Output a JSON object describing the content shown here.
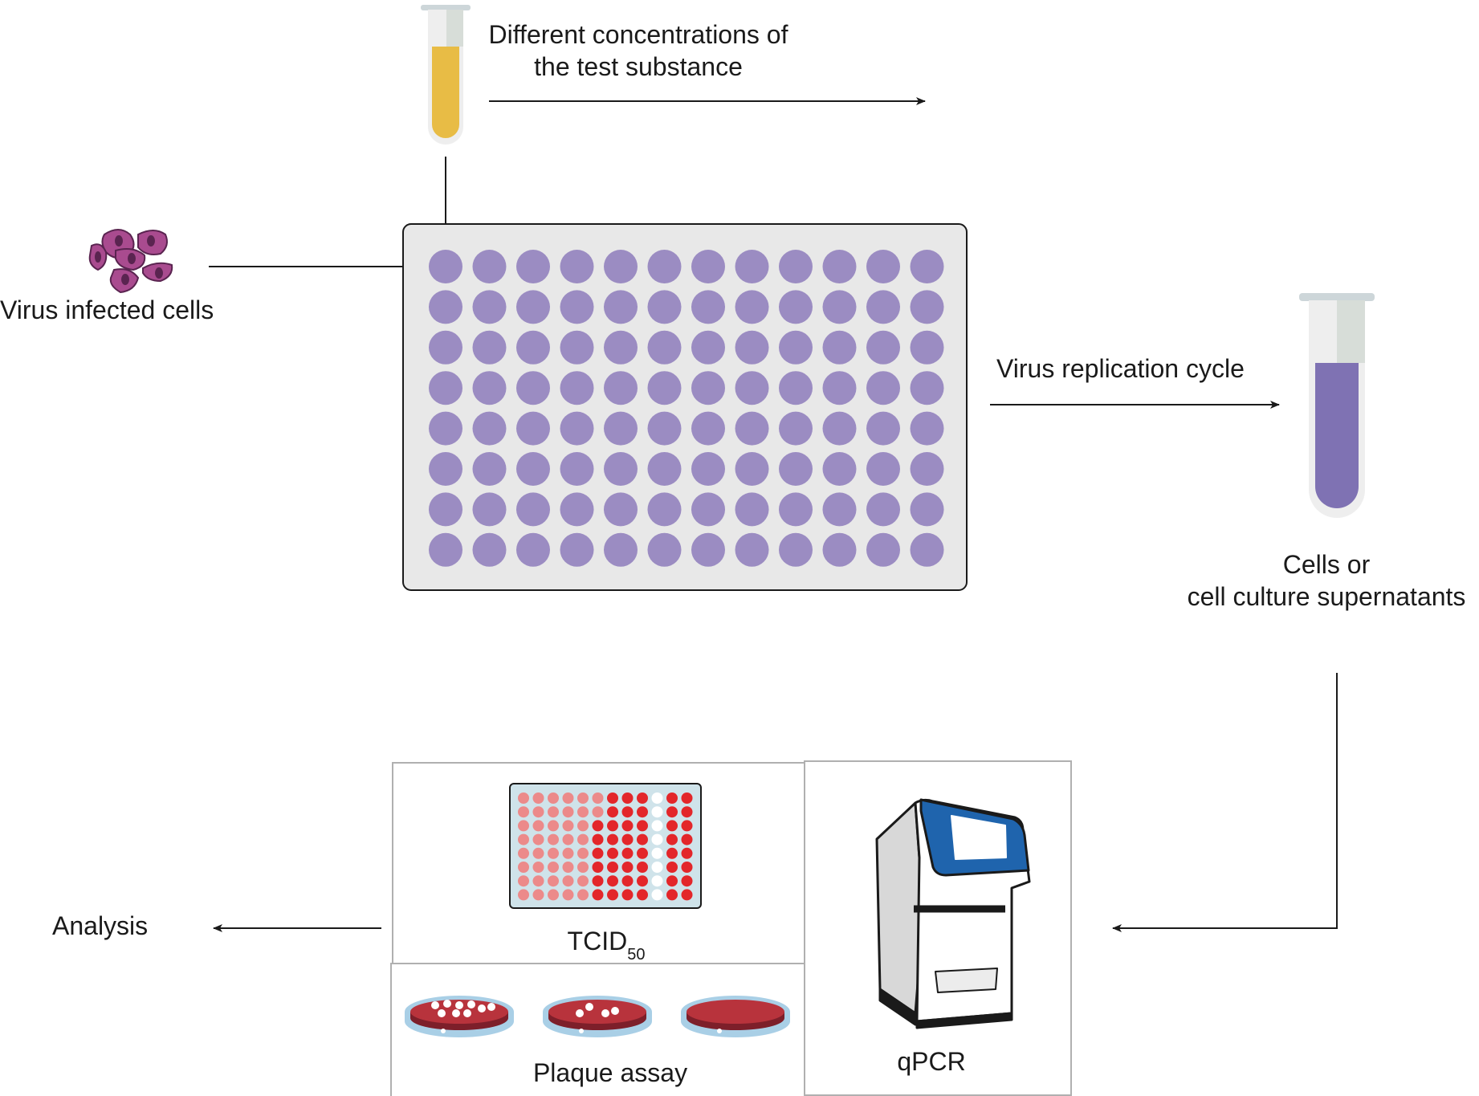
{
  "labels": {
    "test_substance_line1": "Different concentrations of",
    "test_substance_line2": "the test substance",
    "virus_infected_cells": "Virus infected cells",
    "virus_replication_cycle": "Virus replication cycle",
    "cells_or_line1": "Cells or",
    "cells_or_line2": "cell culture supernatants",
    "analysis": "Analysis",
    "tcid_main": "TCID",
    "tcid_subscript": "50",
    "plaque_assay": "Plaque assay",
    "qpcr": "qPCR"
  },
  "plate": {
    "rows": 8,
    "cols": 12
  },
  "tcid_plate": {
    "rows": 8,
    "cols": 12
  },
  "plaque_dishes": {
    "count": 3
  },
  "colors": {
    "well_purple": "#9b8cc2",
    "plate_bg": "#e8e8e8",
    "tube_yellow": "#e8bc45",
    "tube_purple": "#7f72b3",
    "cell_magenta": "#a94b8f",
    "tcid_light": "#ec8a8a",
    "tcid_red": "#e3262a",
    "tcid_plate_bg": "#cfe3ea",
    "dish_rim": "#a9cfe6",
    "dish_red": "#b8333c",
    "qpcr_blue": "#1f64ad",
    "panel_border": "#b0b0b0"
  }
}
